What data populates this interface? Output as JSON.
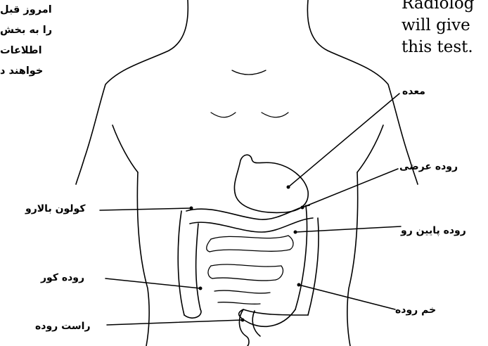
{
  "intro_fa": {
    "line1": "امروز قبل",
    "line2": "را به بخش",
    "line3": "اطلاعات",
    "line4": "خواهند د"
  },
  "intro_en": {
    "line1": "Radiolog",
    "line2": "will give",
    "line3": "this test."
  },
  "labels": {
    "stomach": "معده",
    "transverse_colon": "روده عرضی",
    "ascending_colon": "کولون بالارو",
    "descending_colon": "روده پایین رو",
    "cecum": "روده کور",
    "sigmoid_colon": "خم روده",
    "rectum": "راست روده"
  },
  "colors": {
    "line": "#000000",
    "background": "#ffffff"
  }
}
